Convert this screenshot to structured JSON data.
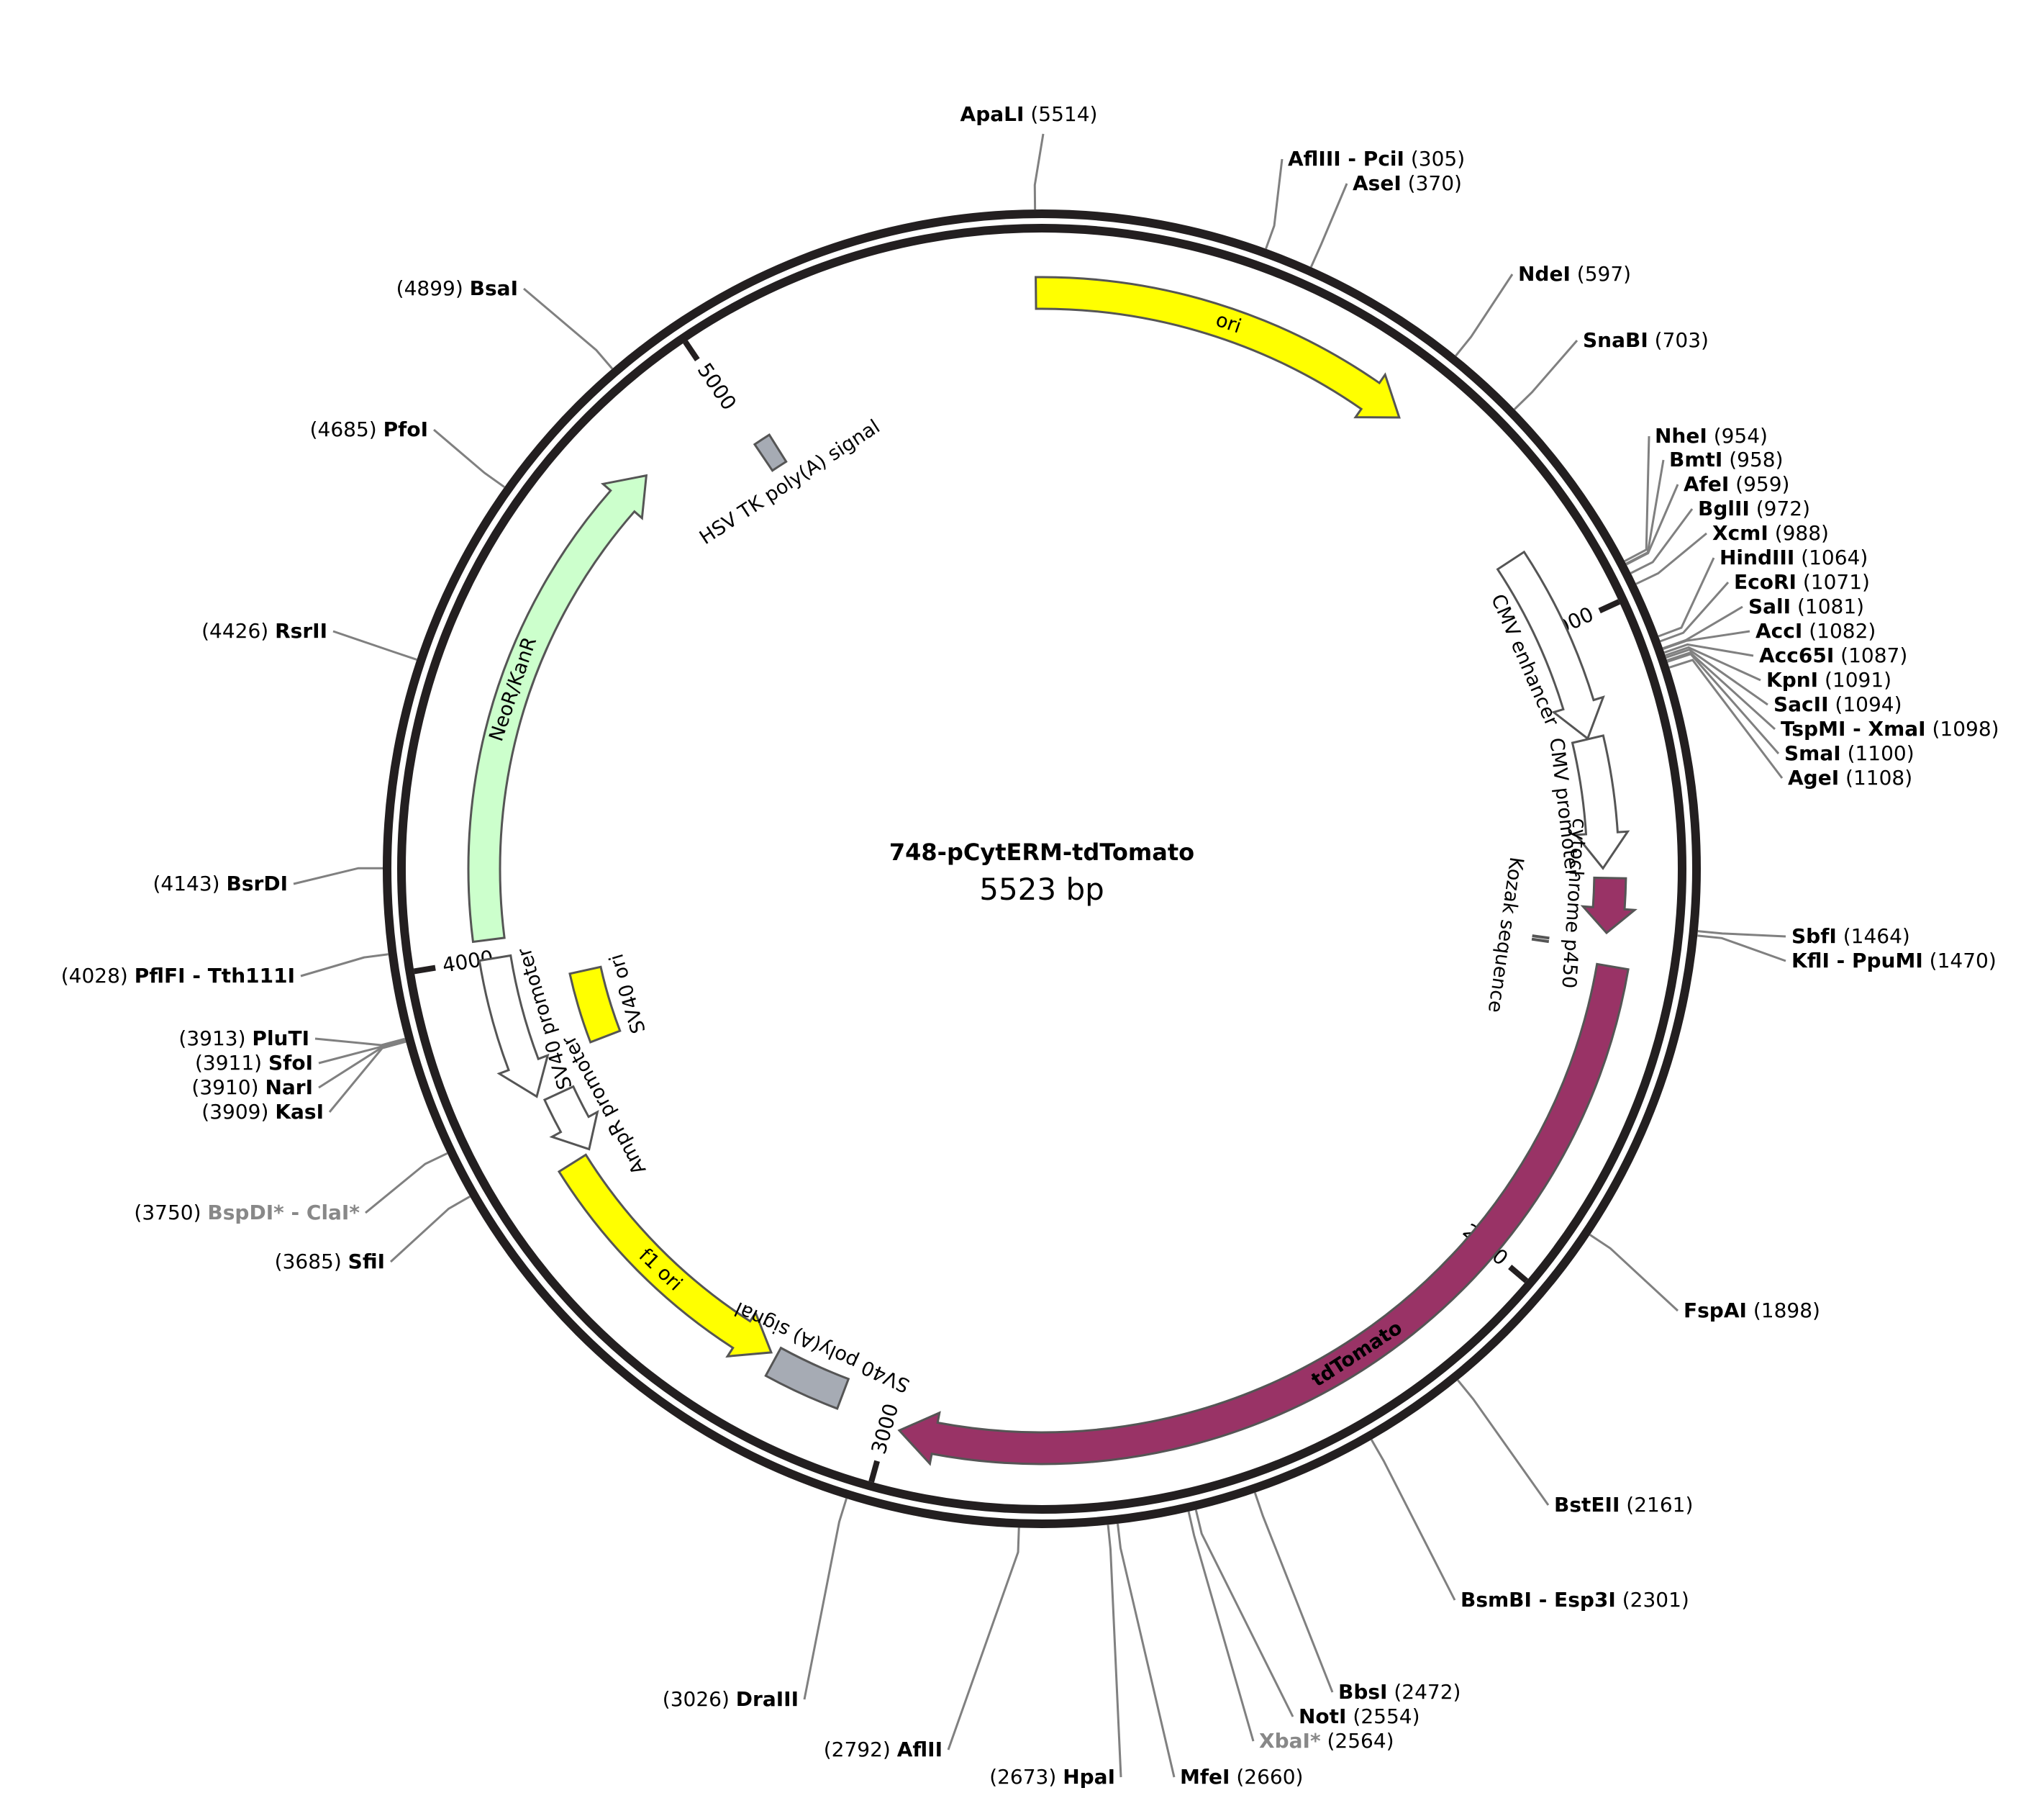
{
  "plasmid": {
    "name": "748-pCytERM-tdTomato",
    "size_label": "5523 bp",
    "length": 5523
  },
  "ticks": [
    {
      "pos": 1000,
      "label": "1000"
    },
    {
      "pos": 2000,
      "label": "2000"
    },
    {
      "pos": 3000,
      "label": "3000"
    },
    {
      "pos": 4000,
      "label": "4000"
    },
    {
      "pos": 5000,
      "label": "5000"
    }
  ],
  "features": [
    {
      "name": "ori",
      "start": 5514,
      "end": 5523,
      "wrap_end": 589,
      "color": "#ffff00",
      "direction": "forward",
      "label_mode": "inside"
    },
    {
      "name": "CMV enhancer",
      "start": 870,
      "end": 1175,
      "color": "#ffffff",
      "direction": "forward",
      "label_mode": "along"
    },
    {
      "name": "CMV promoter",
      "start": 1176,
      "end": 1380,
      "color": "#ffffff",
      "direction": "forward",
      "label_mode": "along"
    },
    {
      "name": "cytochrome p450",
      "start": 1395,
      "end": 1480,
      "color": "#993366",
      "direction": "forward",
      "label_mode": "along"
    },
    {
      "name": "Kozak sequence",
      "start": 1500,
      "end": 1510,
      "color": "#ffffff",
      "direction": "none",
      "label_mode": "along"
    },
    {
      "name": "tdTomato",
      "start": 1530,
      "end": 2980,
      "color": "#993366",
      "direction": "forward",
      "label_mode": "inside-white"
    },
    {
      "name": "SV40 poly(A) signal",
      "start": 3080,
      "end": 3200,
      "color": "#a6abb4",
      "direction": "none",
      "label_mode": "along"
    },
    {
      "name": "f1 ori",
      "start": 3210,
      "end": 3650,
      "color": "#ffff00",
      "direction": "reverse",
      "label_mode": "inside"
    },
    {
      "name": "AmpR promoter",
      "start": 3655,
      "end": 3760,
      "color": "#ffffff",
      "direction": "reverse",
      "label_mode": "along"
    },
    {
      "name": "SV40 promoter",
      "start": 3770,
      "end": 4000,
      "color": "#ffffff",
      "direction": "reverse",
      "label_mode": "along"
    },
    {
      "name": "SV40 ori",
      "start": 3820,
      "end": 3950,
      "color": "#ffff00",
      "direction": "none",
      "label_mode": "along"
    },
    {
      "name": "NeoR/KanR",
      "start": 4030,
      "end": 4830,
      "color": "#ccffcc",
      "direction": "forward",
      "label_mode": "inside"
    },
    {
      "name": "HSV TK poly(A) signal",
      "start": 5000,
      "end": 5030,
      "color": "#a6abb4",
      "direction": "none",
      "label_mode": "along"
    }
  ],
  "sites": [
    {
      "pos": "(5514)",
      "name": "ApaLI"
    },
    {
      "pos": "(305)",
      "name": "AflIII - PciI"
    },
    {
      "pos": "(370)",
      "name": "AseI"
    },
    {
      "pos": "(597)",
      "name": "NdeI"
    },
    {
      "pos": "(703)",
      "name": "SnaBI"
    },
    {
      "pos": "(954)",
      "name": "NheI"
    },
    {
      "pos": "(958)",
      "name": "BmtI"
    },
    {
      "pos": "(959)",
      "name": "AfeI"
    },
    {
      "pos": "(972)",
      "name": "BglII"
    },
    {
      "pos": "(988)",
      "name": "XcmI"
    },
    {
      "pos": "(1064)",
      "name": "HindIII"
    },
    {
      "pos": "(1071)",
      "name": "EcoRI"
    },
    {
      "pos": "(1081)",
      "name": "SalI"
    },
    {
      "pos": "(1082)",
      "name": "AccI"
    },
    {
      "pos": "(1087)",
      "name": "Acc65I"
    },
    {
      "pos": "(1091)",
      "name": "KpnI"
    },
    {
      "pos": "(1094)",
      "name": "SacII"
    },
    {
      "pos": "(1098)",
      "name": "TspMI - XmaI"
    },
    {
      "pos": "(1100)",
      "name": "SmaI"
    },
    {
      "pos": "(1108)",
      "name": "AgeI"
    },
    {
      "pos": "(1464)",
      "name": "SbfI"
    },
    {
      "pos": "(1470)",
      "name": "KflI - PpuMI"
    },
    {
      "pos": "(1898)",
      "name": "FspAI"
    },
    {
      "pos": "(2161)",
      "name": "BstEII"
    },
    {
      "pos": "(2301)",
      "name": "BsmBI - Esp3I"
    },
    {
      "pos": "(2472)",
      "name": "BbsI"
    },
    {
      "pos": "(2554)",
      "name": "NotI"
    },
    {
      "pos": "(2564)",
      "name": "XbaI*",
      "grey": true
    },
    {
      "pos": "(2660)",
      "name": "MfeI"
    },
    {
      "pos": "(2673)",
      "name": "HpaI"
    },
    {
      "pos": "(2792)",
      "name": "AflII"
    },
    {
      "pos": "(3026)",
      "name": "DraIII"
    },
    {
      "pos": "(3685)",
      "name": "SfiI"
    },
    {
      "pos": "(3750)",
      "name": "BspDI* - ClaI*",
      "grey": true
    },
    {
      "pos": "(3909)",
      "name": "KasI"
    },
    {
      "pos": "(3910)",
      "name": "NarI"
    },
    {
      "pos": "(3911)",
      "name": "SfoI"
    },
    {
      "pos": "(3913)",
      "name": "PluTI"
    },
    {
      "pos": "(4028)",
      "name": "PflFI - Tth111I"
    },
    {
      "pos": "(4143)",
      "name": "BsrDI"
    },
    {
      "pos": "(4426)",
      "name": "RsrII"
    },
    {
      "pos": "(4685)",
      "name": "PfoI"
    },
    {
      "pos": "(4899)",
      "name": "BsaI"
    }
  ],
  "colors": {
    "backbone": "#231f20",
    "leader": "#808080",
    "outline": "#555555"
  }
}
